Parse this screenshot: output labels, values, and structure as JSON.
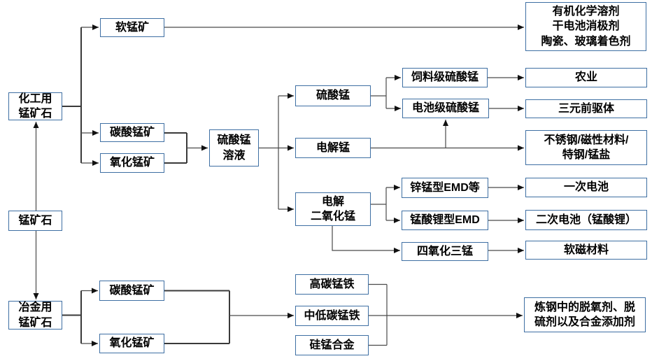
{
  "diagram": {
    "colors": {
      "box_border": "#3e6fa3",
      "line": "#4a4a4a",
      "arrowhead": "#111111",
      "text": "#000000",
      "background": "#ffffff"
    },
    "nodes": {
      "mn_ore": {
        "label": "锰矿石"
      },
      "chem_ore": {
        "label": "化工用\n锰矿石"
      },
      "met_ore": {
        "label": "冶金用\n锰矿石"
      },
      "soft_mn": {
        "label": "软锰矿"
      },
      "carbonate_top": {
        "label": "碳酸锰矿"
      },
      "oxide_top": {
        "label": "氧化锰矿"
      },
      "mnso4_solution": {
        "label": "硫酸锰\n溶液"
      },
      "mnso4": {
        "label": "硫酸锰"
      },
      "emm": {
        "label": "电解锰"
      },
      "emd": {
        "label": "电解\n二氧化锰"
      },
      "feed_mnso4": {
        "label": "饲料级硫酸锰"
      },
      "battery_mnso4": {
        "label": "电池级硫酸锰"
      },
      "org_outputs": {
        "label": "有机化学溶剂\n干电池消极剂\n陶瓷、玻璃着色剂"
      },
      "agriculture": {
        "label": "农业"
      },
      "ternary": {
        "label": "三元前驱体"
      },
      "stainless": {
        "label": "不锈钢/磁性材料/\n特钢/锰盐"
      },
      "zn_emd": {
        "label": "锌锰型EMD等"
      },
      "limn_emd": {
        "label": "锰酸锂型EMD"
      },
      "primary_battery": {
        "label": "一次电池"
      },
      "secondary_battery": {
        "label": "二次电池（锰酸锂）"
      },
      "mn3o4": {
        "label": "四氧化三锰"
      },
      "soft_magnetic": {
        "label": "软磁材料"
      },
      "carbonate_bottom": {
        "label": "碳酸锰矿"
      },
      "oxide_bottom": {
        "label": "氧化锰矿"
      },
      "high_c_femn": {
        "label": "高碳锰铁"
      },
      "mid_low_c_femn": {
        "label": "中低碳锰铁"
      },
      "si_mn_alloy": {
        "label": "硅锰合金"
      },
      "steel_additives": {
        "label": "炼钢中的脱氧剂、脱\n硫剂以及合金添加剂"
      }
    }
  }
}
